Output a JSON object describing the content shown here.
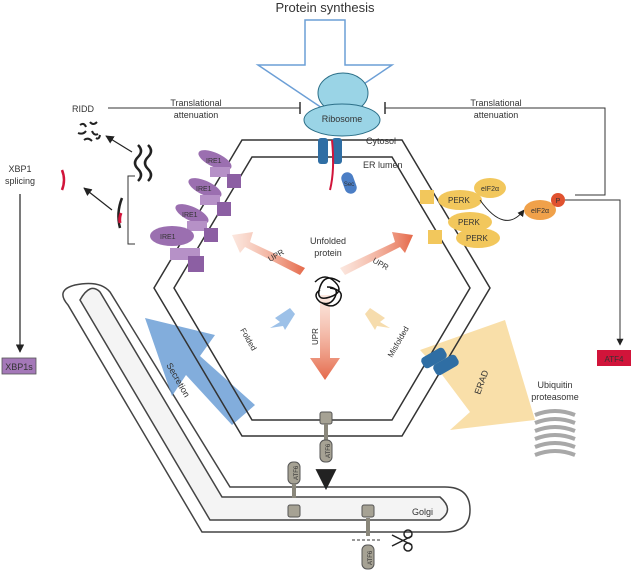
{
  "title": "Protein synthesis",
  "labels": {
    "ridd": "RIDD",
    "translational_attenuation": "Translational",
    "attenuation": "attenuation",
    "ribosome": "Ribosome",
    "cytosol": "Cytosol",
    "er_lumen": "ER lumen",
    "xbp1_splicing_1": "XBP1",
    "xbp1_splicing_2": "splicing",
    "xbp1s": "XBP1s",
    "ire1": "IRE1",
    "perk": "PERK",
    "eif2a": "eIF2α",
    "phospho": "P",
    "atf4": "ATF4",
    "upr": "UPR",
    "unfolded_1": "Unfolded",
    "unfolded_2": "protein",
    "folded": "Folded",
    "misfolded": "Misfolded",
    "secretion": "Secretion",
    "erad": "ERAD",
    "ubiquitin_1": "Ubiquitin",
    "ubiquitin_2": "proteasome",
    "atf6": "ATF6",
    "golgi": "Golgi",
    "sec61": "Sec"
  },
  "colors": {
    "ire1": "#9b6fb0",
    "perk": "#f2c75c",
    "upr": "#e77b5d",
    "ribosome": "#9ad4e6",
    "secretion": "#6c9fd6",
    "erad": "#f8dba0",
    "xbp1s": "#a478b8",
    "atf4": "#d1143a",
    "atf6": "#a6a294",
    "membrane": "#333333",
    "proteasome": "#a8a8a8"
  }
}
